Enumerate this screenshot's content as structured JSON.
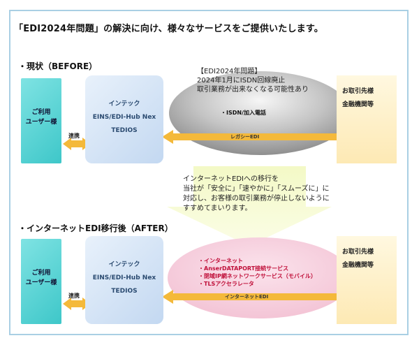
{
  "title": "「EDI2024年問題」の解決に向け、様々なサービスをご提供いたします。",
  "before": {
    "heading": "・現状（BEFORE）",
    "customer": [
      "ご利用",
      "ユーザー様"
    ],
    "link_label": "連携",
    "intec": [
      "インテック",
      "EINS/EDI-Hub Nex",
      "TEDIOS"
    ],
    "note": [
      "【EDI2024年問題】",
      "2024年1月にISDN回線廃止",
      "取引業務が出来なくなる可能性あり"
    ],
    "cloud_item": "・ISDN/加入電話",
    "arrow_label": "レガシーEDI",
    "partner": [
      "お取引先様",
      "金融機関等"
    ]
  },
  "migration": {
    "lines": [
      "インターネットEDIへの移行を",
      "当社が「安全に」「速やかに」「スムーズに」に",
      "対応し、お客様の取引業務が停止しないように",
      "すすめてまいります。"
    ]
  },
  "after": {
    "heading": "・インターネットEDI移行後（AFTER）",
    "customer": [
      "ご利用",
      "ユーザー様"
    ],
    "link_label": "連携",
    "intec": [
      "インテック",
      "EINS/EDI-Hub Nex",
      "TEDIOS"
    ],
    "services": [
      "・インターネット",
      "・AnserDATAPORT接続サービス",
      "・閉域IP網ネットワークサービス（モバイル）",
      "・TLSアクセラレータ"
    ],
    "arrow_label": "インターネットEDI",
    "partner": [
      "お取引先様",
      "金融機関等"
    ]
  },
  "colors": {
    "frame": "#a9cfe4",
    "customer": "#3ec7c9",
    "intec": "#c3d8f1",
    "partner": "#fde9b4",
    "arrow": "#f4b93a",
    "cloud_before": "#9a9a9a",
    "cloud_after": "#f3c6d6",
    "migration_arrow": "#f3f7c9",
    "service_text": "#c0103a"
  }
}
